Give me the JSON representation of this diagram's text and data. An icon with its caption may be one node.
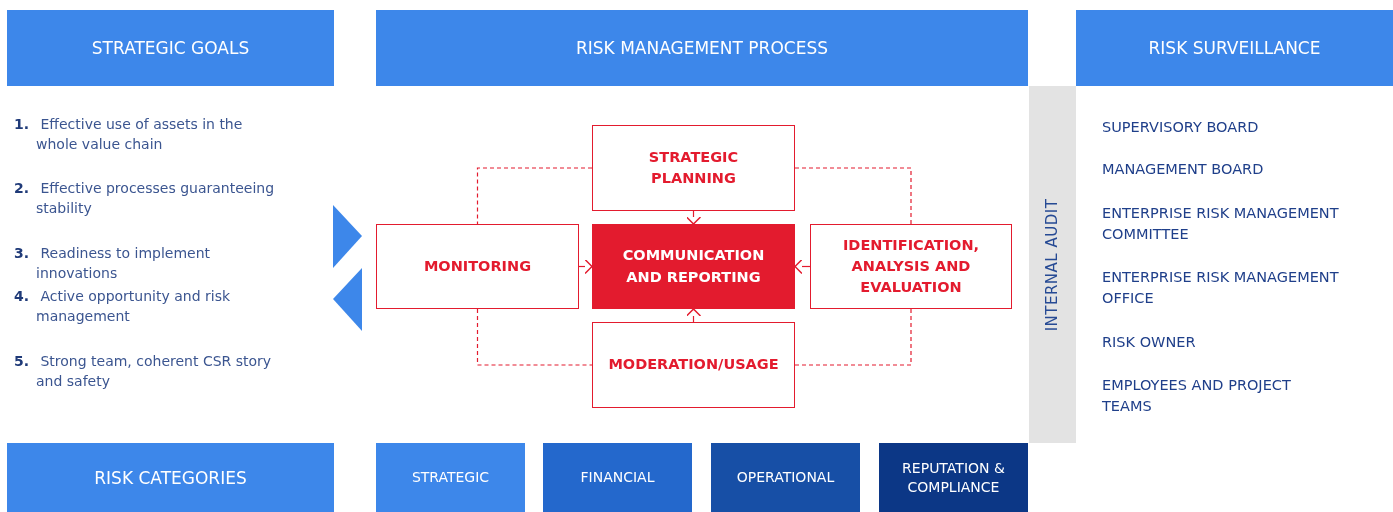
{
  "diagram": {
    "nodes": [
      {
        "text": [
          "STRATEGIC GOALS"
        ]
      },
      {
        "text": [
          "RISK MANAGEMENT PROCESS"
        ]
      },
      {
        "text": [
          "RISK SURVEILLANCE"
        ]
      },
      {
        "text": [
          "STRATEGIC PLANNING"
        ]
      },
      {
        "text": [
          "MONITORING"
        ]
      },
      {
        "text": [
          "COMMUNICATION AND REPORTING"
        ]
      },
      {
        "text": [
          "IDENTIFICATION, ANALYSIS AND EVALUATION"
        ]
      },
      {
        "text": [
          "MODERATION/USAGE"
        ]
      },
      {
        "text": [
          "INTERNAL AUDIT"
        ]
      },
      {
        "text": [
          "RISK CATEGORIES"
        ]
      },
      {
        "text": [
          "STRATEGIC"
        ]
      },
      {
        "text": [
          "FINANCIAL"
        ]
      },
      {
        "text": [
          "OPERATIONAL"
        ]
      },
      {
        "text": [
          "REPUTATION & COMPLIANCE"
        ]
      }
    ],
    "edges": [
      {
        "from": 3,
        "to": 4,
        "arrow": "none",
        "style": "dashed"
      },
      {
        "from": 3,
        "to": 6,
        "arrow": "none",
        "style": "dashed"
      },
      {
        "from": 4,
        "to": 7,
        "arrow": "none",
        "style": "dashed"
      },
      {
        "from": 6,
        "to": 7,
        "arrow": "none",
        "style": "dashed"
      },
      {
        "from": 3,
        "to": 5,
        "arrow": "to"
      },
      {
        "from": 4,
        "to": 5,
        "arrow": "to"
      },
      {
        "from": 6,
        "to": 5,
        "arrow": "to"
      },
      {
        "from": 7,
        "to": 5,
        "arrow": "to"
      }
    ],
    "labels": [
      "**1.** Effective use of assets in the whole value chain",
      "**2.** Effective processes guaranteeing stability",
      "**3.** Readiness to implement innovations",
      "**4.** Active opportunity and risk management",
      "**5.** Strong team, coherent CSR story and safety",
      "SUPERVISORY BOARD",
      "MANAGEMENT BOARD",
      "ENTERPRISE RISK MANAGEMENT COMMITTEE",
      "ENTERPRISE RISK MANAGEMENT OFFICE",
      "RISK OWNER",
      "EMPLOYEES AND PROJECT TEAMS"
    ]
  }
}
